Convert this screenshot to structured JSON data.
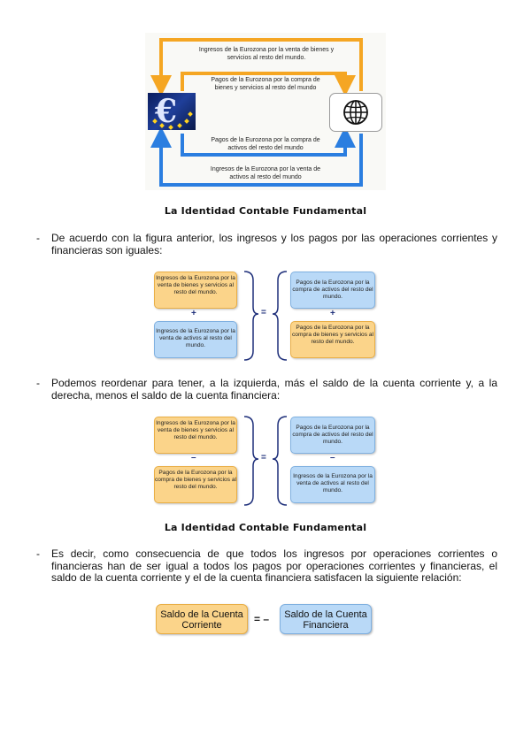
{
  "figure1": {
    "label_top_outer": "Ingresos de la Eurozona por la venta de bienes y servicios al resto del mundo.",
    "label_top_inner": "Pagos de la Eurozona por la compra de bienes y servicios al resto del mundo",
    "label_bottom_inner": "Pagos de la Eurozona por la compra de activos del resto del mundo",
    "label_bottom_outer": "Ingresos de la Eurozona por la venta de activos al resto del mundo",
    "euro_symbol": "€",
    "colors": {
      "orange": "#f5a623",
      "blue": "#2b7ee0"
    }
  },
  "caption1": "La Identidad Contable Fundamental",
  "para1": "De acuerdo con la figura anterior, los ingresos y los pagos por las operaciones corrientes y financieras son iguales:",
  "figure2": {
    "left_top": "Ingresos de la Eurozona por la venta de bienes y servicios al resto del mundo.",
    "left_op": "+",
    "left_bottom": "Ingresos de la Eurozona por la venta de activos al resto del mundo.",
    "equals": "=",
    "right_top": "Pagos de la Eurozona por la compra de activos del resto del mundo.",
    "right_op": "+",
    "right_bottom": "Pagos de la Eurozona por la compra de bienes y servicios al resto del mundo."
  },
  "para2": "Podemos reordenar para tener, a la izquierda, más el saldo de la cuenta corriente y, a la derecha, menos el saldo de la cuenta financiera:",
  "figure3": {
    "left_top": "Ingresos de la Eurozona por la venta de bienes y servicios al resto del mundo.",
    "left_op": "–",
    "left_bottom": "Pagos de la Eurozona por la compra de bienes y servicios al resto del mundo.",
    "equals": "=",
    "right_top": "Pagos de la Eurozona por la compra de activos del resto del mundo.",
    "right_op": "–",
    "right_bottom": "Ingresos de la Eurozona por la venta de activos al resto del mundo."
  },
  "caption2": "La Identidad Contable Fundamental",
  "para3": "Es decir, como consecuencia de que todos los ingresos por operaciones corrientes o financieras han de ser igual a todos los pagos por operaciones corrientes y financieras, el saldo de la cuenta corriente y el de la cuenta financiera satisfacen la siguiente relación:",
  "figure4": {
    "left": "Saldo de la Cuenta Corriente",
    "relation": "= –",
    "right": "Saldo de la Cuenta Financiera"
  },
  "bullet": "-"
}
